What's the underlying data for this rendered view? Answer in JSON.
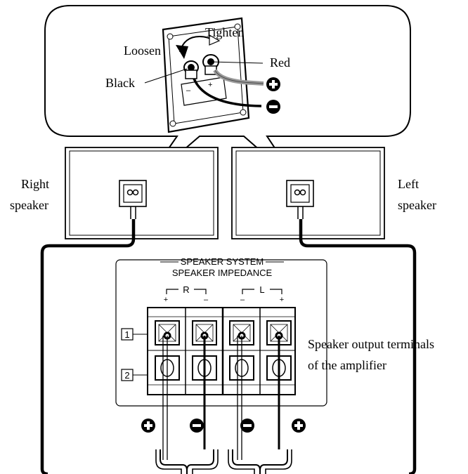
{
  "callout": {
    "loosen": "Loosen",
    "tighten": "Tighten",
    "black": "Black",
    "red": "Red"
  },
  "speakers": {
    "right_line1": "Right",
    "right_line2": "speaker",
    "left_line1": "Left",
    "left_line2": "speaker"
  },
  "panel": {
    "title": "SPEAKER SYSTEM",
    "subtitle": "SPEAKER IMPEDANCE",
    "channel_r": "R",
    "channel_l": "L",
    "plus": "+",
    "minus": "–",
    "row_1": "1",
    "row_2": "2"
  },
  "terminals_label": {
    "line1": "Speaker output terminals",
    "line2": "of the amplifier"
  },
  "polarity_icons": [
    "plus-circle-icon",
    "minus-circle-icon"
  ],
  "colors": {
    "line": "#000000",
    "paper": "#ffffff",
    "gray_wire": "#888888"
  }
}
